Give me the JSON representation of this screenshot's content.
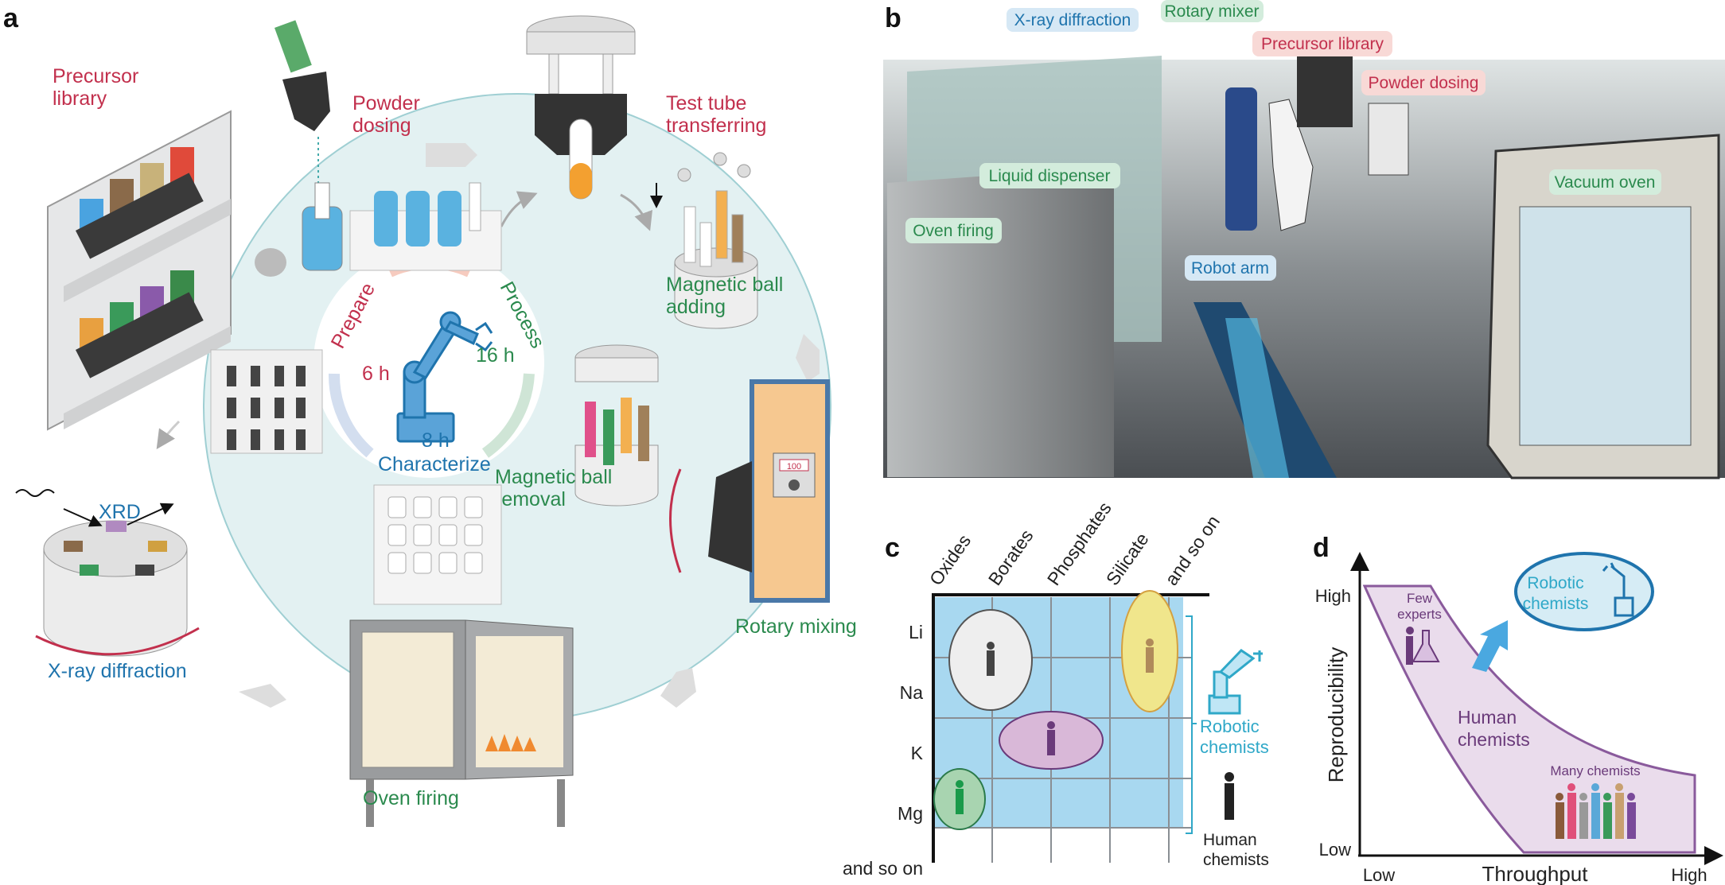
{
  "panels": {
    "a": "a",
    "b": "b",
    "c": "c",
    "d": "d"
  },
  "panel_a": {
    "precursor_library": [
      "Precursor",
      "library"
    ],
    "powder_dosing": [
      "Powder",
      "dosing"
    ],
    "test_tube_transferring": [
      "Test tube",
      "transferring"
    ],
    "magnetic_ball_adding": [
      "Magnetic ball",
      "adding"
    ],
    "magnetic_ball_removal": [
      "Magnetic ball",
      "removal"
    ],
    "rotary_mixing": "Rotary mixing",
    "mixer_display": "100",
    "oven_firing": "Oven firing",
    "xrd": "XRD",
    "xray_diffraction": "X-ray diffraction",
    "cycle": {
      "prepare": "Prepare",
      "prepare_time": "6 h",
      "process": "Process",
      "process_time": "16 h",
      "characterize": "Characterize",
      "characterize_time": "8 h"
    },
    "colors": {
      "prepare": "#c2304d",
      "process": "#2b8a4e",
      "characterize": "#1f74ad",
      "circle": "#e3f1f2"
    }
  },
  "panel_b": {
    "labels": [
      {
        "text": "X-ray diffraction",
        "color": "#d6e8f5"
      },
      {
        "text": "Rotary mixer",
        "color": "#d3ecdc"
      },
      {
        "text": "Precursor library",
        "color": "#f8d9d6"
      },
      {
        "text": "Powder dosing",
        "color": "#f8d9d6"
      },
      {
        "text": "Liquid dispenser",
        "color": "#d3ecdc"
      },
      {
        "text": "Oven firing",
        "color": "#d3ecdc"
      },
      {
        "text": "Robot arm",
        "color": "#d6e8f5"
      },
      {
        "text": "Vacuum oven",
        "color": "#d3ecdc"
      }
    ]
  },
  "panel_c": {
    "columns": [
      "Oxides",
      "Borates",
      "Phosphates",
      "Silicate",
      "and so on"
    ],
    "rows": [
      "Li",
      "Na",
      "K",
      "Mg",
      "and so on"
    ],
    "robotic_chemists": [
      "Robotic",
      "chemists"
    ],
    "human_chemists": [
      "Human",
      "chemists"
    ],
    "colors": {
      "grid": "#a8d8f0",
      "robotic": "#2fa8c8"
    }
  },
  "panel_d": {
    "y_axis": "Reproducibility",
    "x_axis": "Throughput",
    "y_ticks": [
      "High",
      "Low"
    ],
    "x_ticks": [
      "Low",
      "High"
    ],
    "few_experts": [
      "Few",
      "experts"
    ],
    "human_chemists": [
      "Human",
      "chemists"
    ],
    "many_chemists": "Many chemists",
    "robotic_chemists": [
      "Robotic",
      "chemists"
    ],
    "colors": {
      "region": "#eadcec",
      "region_edge": "#8a5a9c",
      "robotic": "#2fa8c8"
    }
  }
}
